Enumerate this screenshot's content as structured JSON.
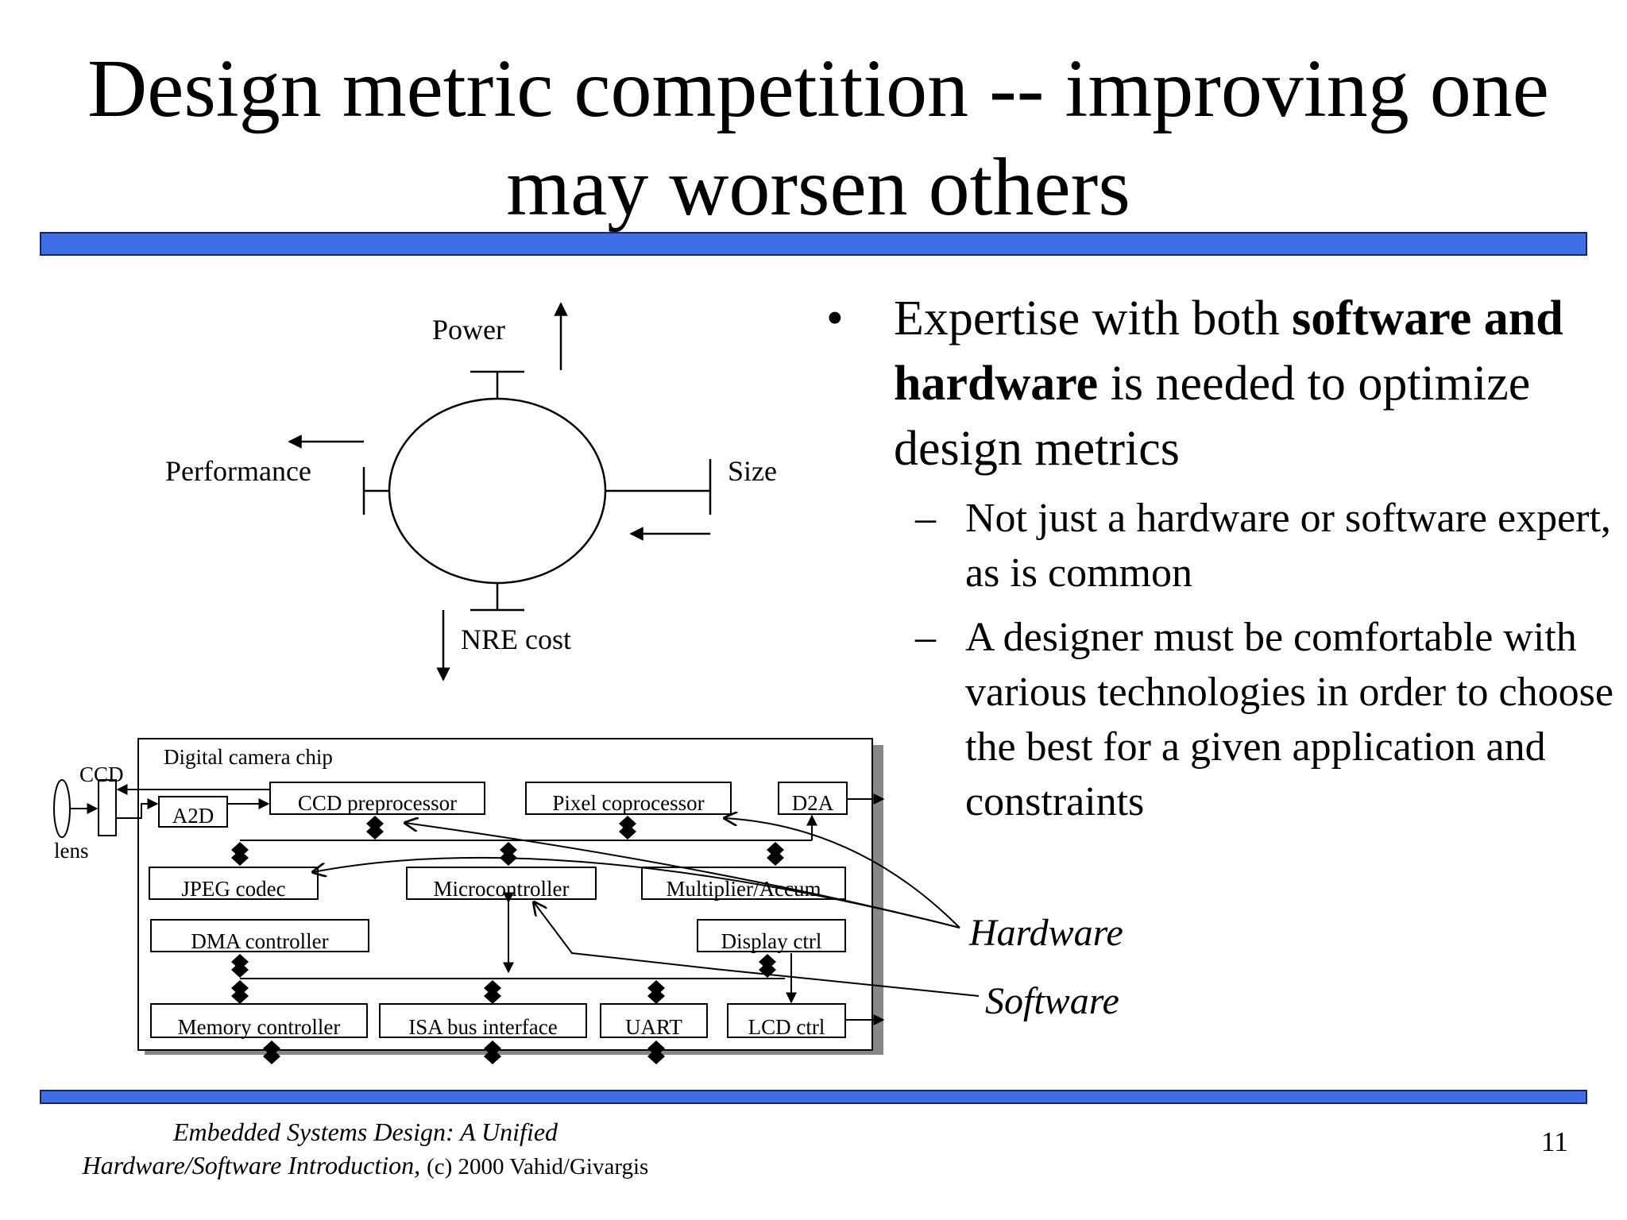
{
  "slide": {
    "title_line1": "Design metric competition -- improving one",
    "title_line2": "may worsen others",
    "page_number": "11",
    "footer_line1": "Embedded Systems Design: A Unified",
    "footer_line2_italic": "Hardware/Software Introduction,",
    "footer_line2_rest": "(c) 2000 Vahid/Givargis",
    "rule_color": "#3f6fe6"
  },
  "metrics_diagram": {
    "power": "Power",
    "performance": "Performance",
    "size": "Size",
    "nre_cost": "NRE cost"
  },
  "camera_chip": {
    "title": "Digital camera chip",
    "ccd": "CCD",
    "lens": "lens",
    "a2d": "A2D",
    "ccd_preprocessor": "CCD preprocessor",
    "pixel_coprocessor": "Pixel coprocessor",
    "d2a": "D2A",
    "jpeg_codec": "JPEG codec",
    "microcontroller": "Microcontroller",
    "multiplier_accum": "Multiplier/Accum",
    "dma_controller": "DMA controller",
    "display_ctrl": "Display ctrl",
    "memory_controller": "Memory controller",
    "isa_bus_interface": "ISA bus interface",
    "uart": "UART",
    "lcd_ctrl": "LCD ctrl",
    "hardware": "Hardware",
    "software": "Software"
  },
  "bullets": {
    "main_pre": "Expertise with both ",
    "main_bold": "software and hardware",
    "main_post": " is needed to optimize design metrics",
    "sub1": "Not just a hardware or software expert, as is common",
    "sub2": "A designer must be comfortable with various technologies in order to choose the best for a given application and constraints",
    "bullet_glyph": "•",
    "dash_glyph": "–"
  }
}
